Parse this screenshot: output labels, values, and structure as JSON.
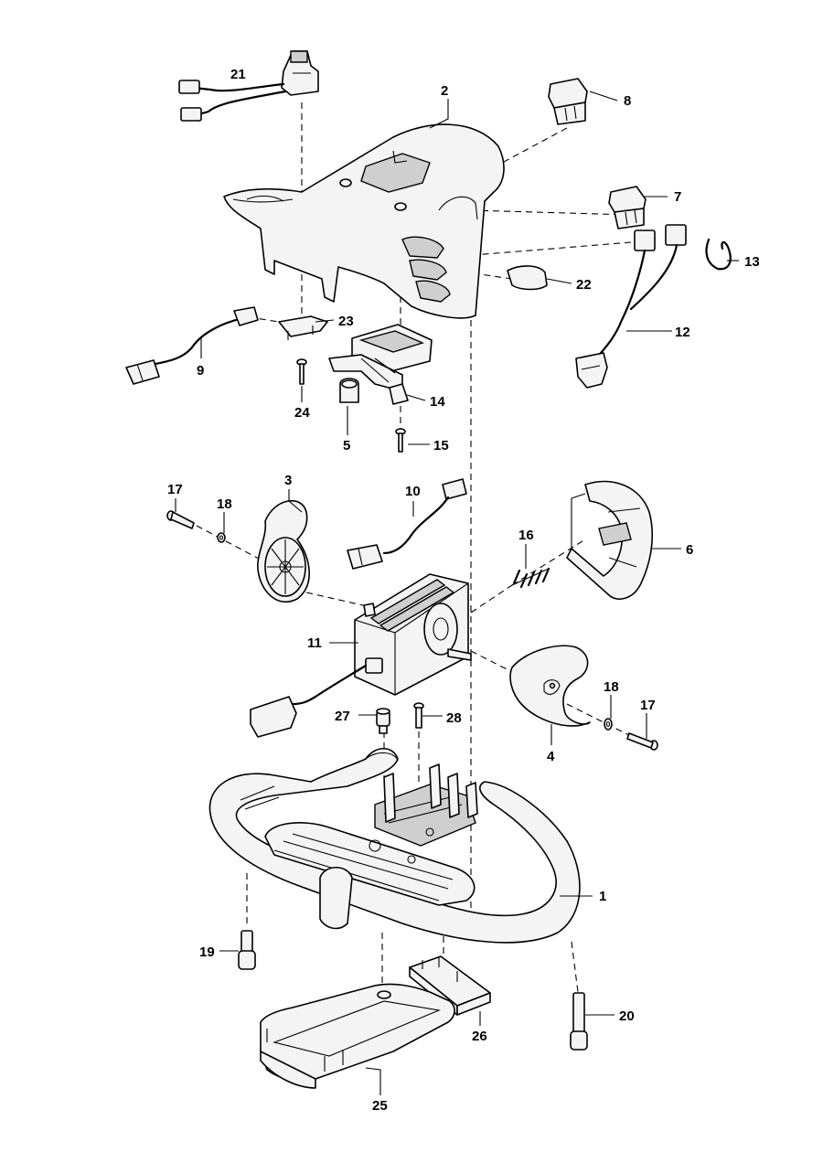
{
  "callouts": {
    "c1": "1",
    "c2": "2",
    "c3": "3",
    "c4": "4",
    "c5": "5",
    "c6": "6",
    "c7": "7",
    "c8": "8",
    "c9": "9",
    "c10": "10",
    "c11": "11",
    "c12": "12",
    "c13": "13",
    "c14": "14",
    "c15": "15",
    "c16": "16",
    "c17a": "17",
    "c17b": "17",
    "c18a": "18",
    "c18b": "18",
    "c19": "19",
    "c20": "20",
    "c21": "21",
    "c22": "22",
    "c23": "23",
    "c24": "24",
    "c25": "25",
    "c26": "26",
    "c27": "27",
    "c28": "28"
  }
}
